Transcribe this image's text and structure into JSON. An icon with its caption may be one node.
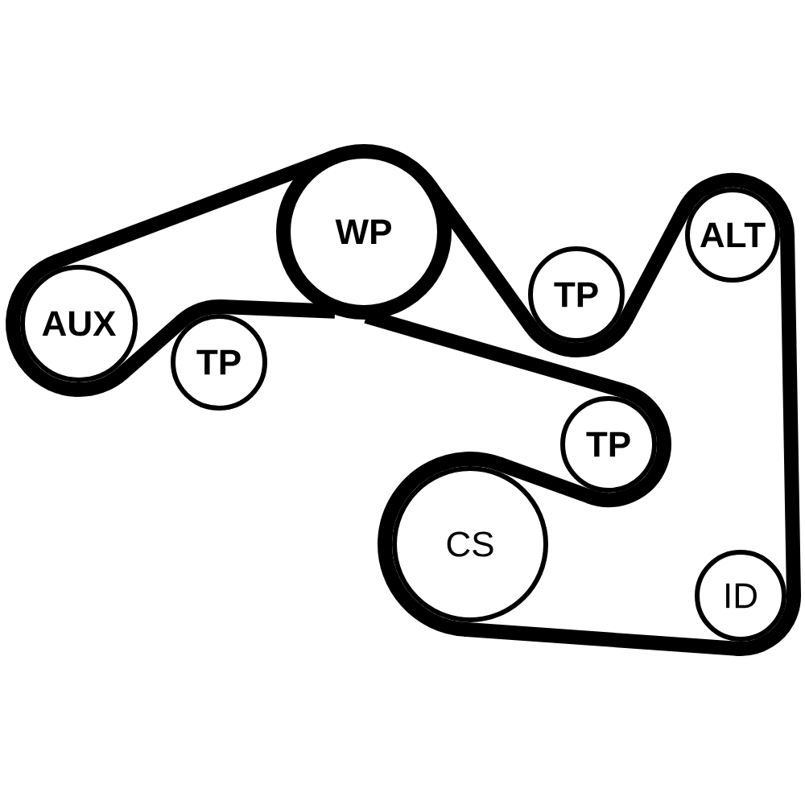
{
  "diagram": {
    "nodes": [
      {
        "text": [
          "AUX"
        ]
      },
      {
        "text": [
          "WP"
        ]
      },
      {
        "text": [
          "TP"
        ]
      },
      {
        "text": [
          "TP"
        ]
      },
      {
        "text": [
          "ALT"
        ]
      },
      {
        "text": [
          "TP"
        ]
      },
      {
        "text": [
          "CS"
        ]
      },
      {
        "text": [
          "ID"
        ]
      }
    ],
    "edges": [
      {
        "from": 0,
        "to": 1,
        "arrow": "none"
      },
      {
        "from": 1,
        "to": 3,
        "arrow": "none"
      },
      {
        "from": 3,
        "to": 4,
        "arrow": "none"
      },
      {
        "from": 4,
        "to": 7,
        "arrow": "none"
      },
      {
        "from": 7,
        "to": 6,
        "arrow": "none"
      },
      {
        "from": 6,
        "to": 5,
        "arrow": "none"
      },
      {
        "from": 5,
        "to": 1,
        "arrow": "none"
      },
      {
        "from": 1,
        "to": 2,
        "arrow": "none"
      },
      {
        "from": 2,
        "to": 0,
        "arrow": "none"
      }
    ]
  }
}
